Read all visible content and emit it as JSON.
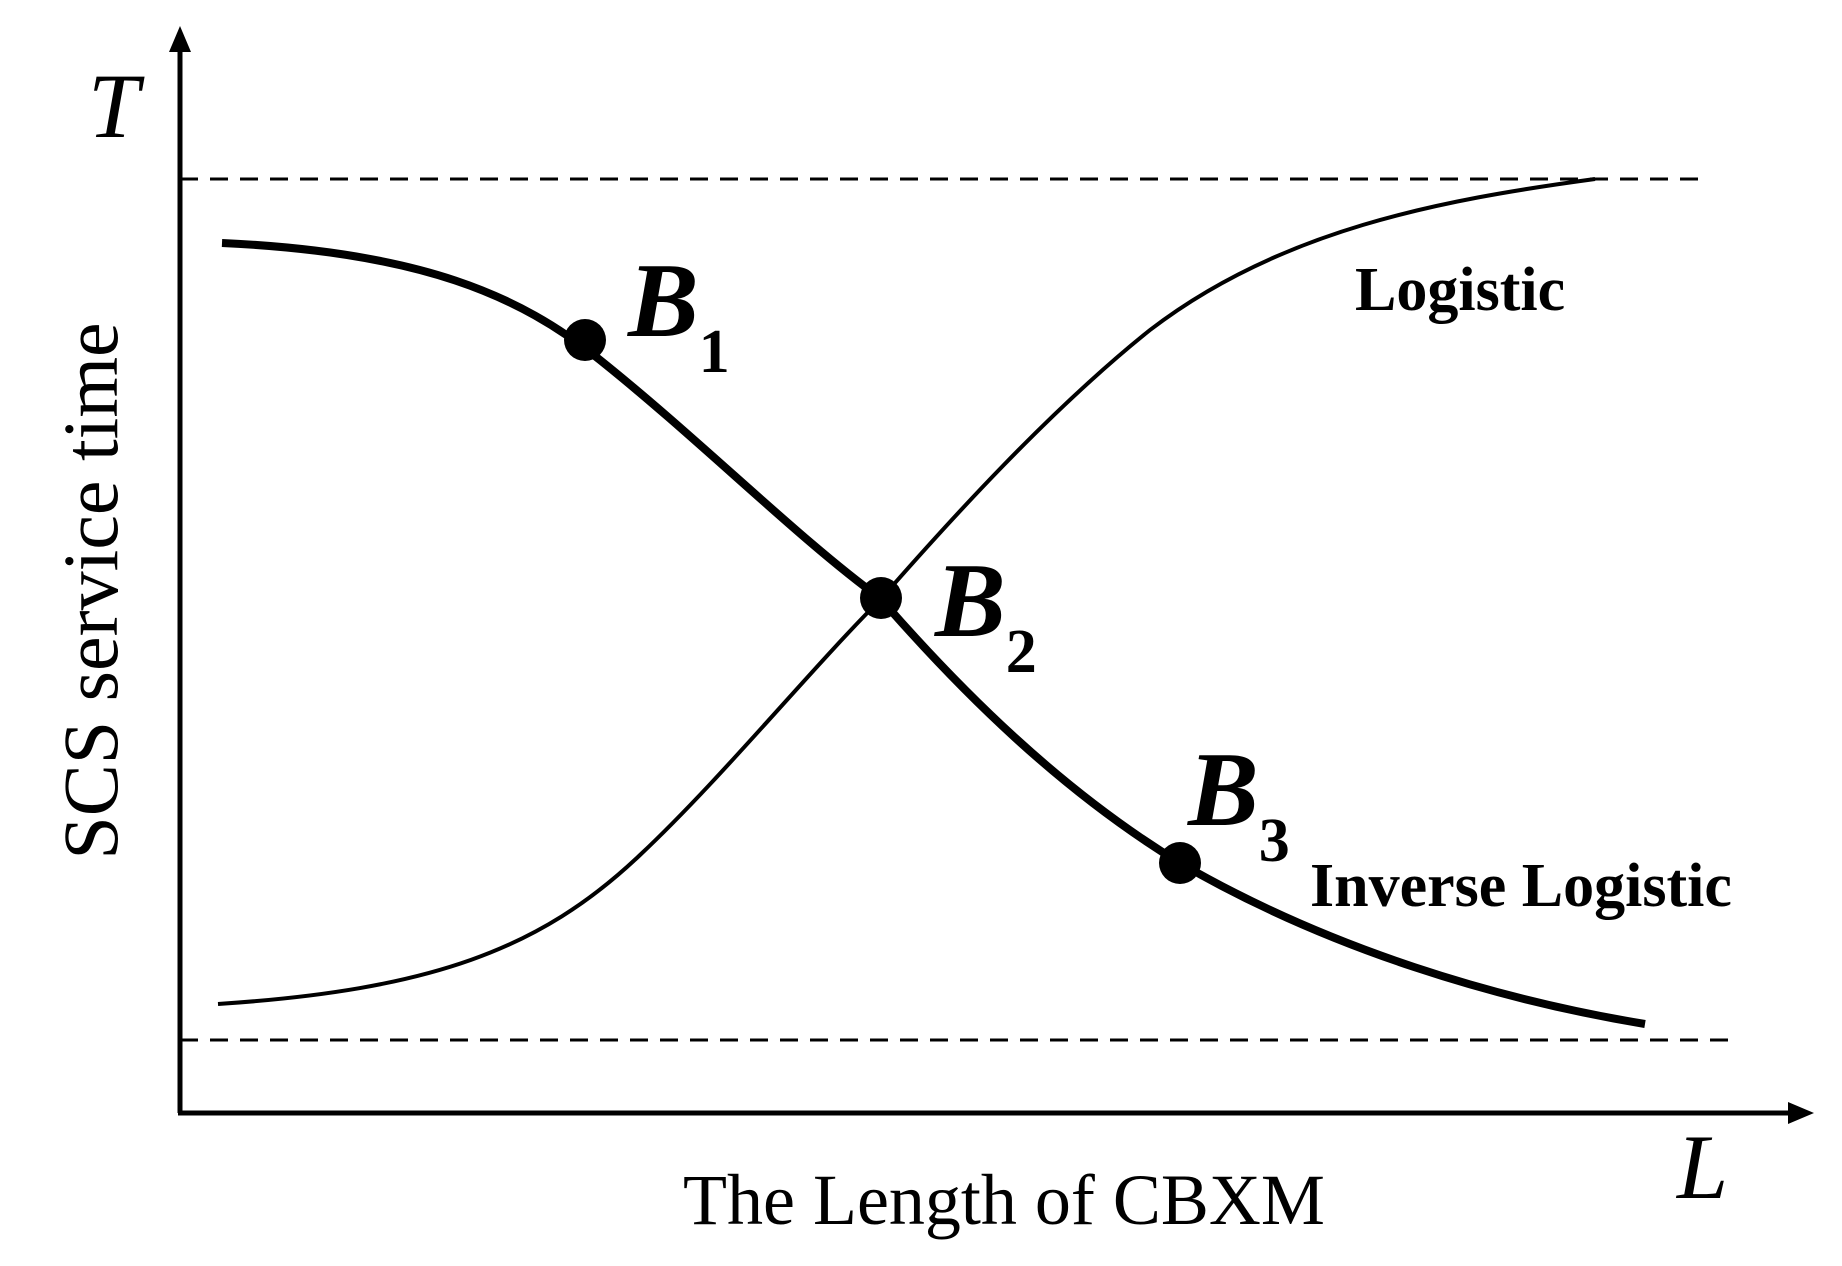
{
  "axes": {
    "y_symbol": "T",
    "x_symbol": "L",
    "y_label": "SCS service time",
    "x_label": "The Length of CBXM"
  },
  "curves": {
    "logistic": {
      "label": "Logistic",
      "type": "increasing-sigmoid"
    },
    "inverse_logistic": {
      "label": "Inverse Logistic",
      "type": "decreasing-sigmoid"
    }
  },
  "asymptotes": {
    "style": "dashed",
    "count": 2
  },
  "points": [
    {
      "letter": "B",
      "sub": "1"
    },
    {
      "letter": "B",
      "sub": "2"
    },
    {
      "letter": "B",
      "sub": "3"
    }
  ],
  "colors": {
    "ink": "#000000",
    "background": "#ffffff"
  }
}
